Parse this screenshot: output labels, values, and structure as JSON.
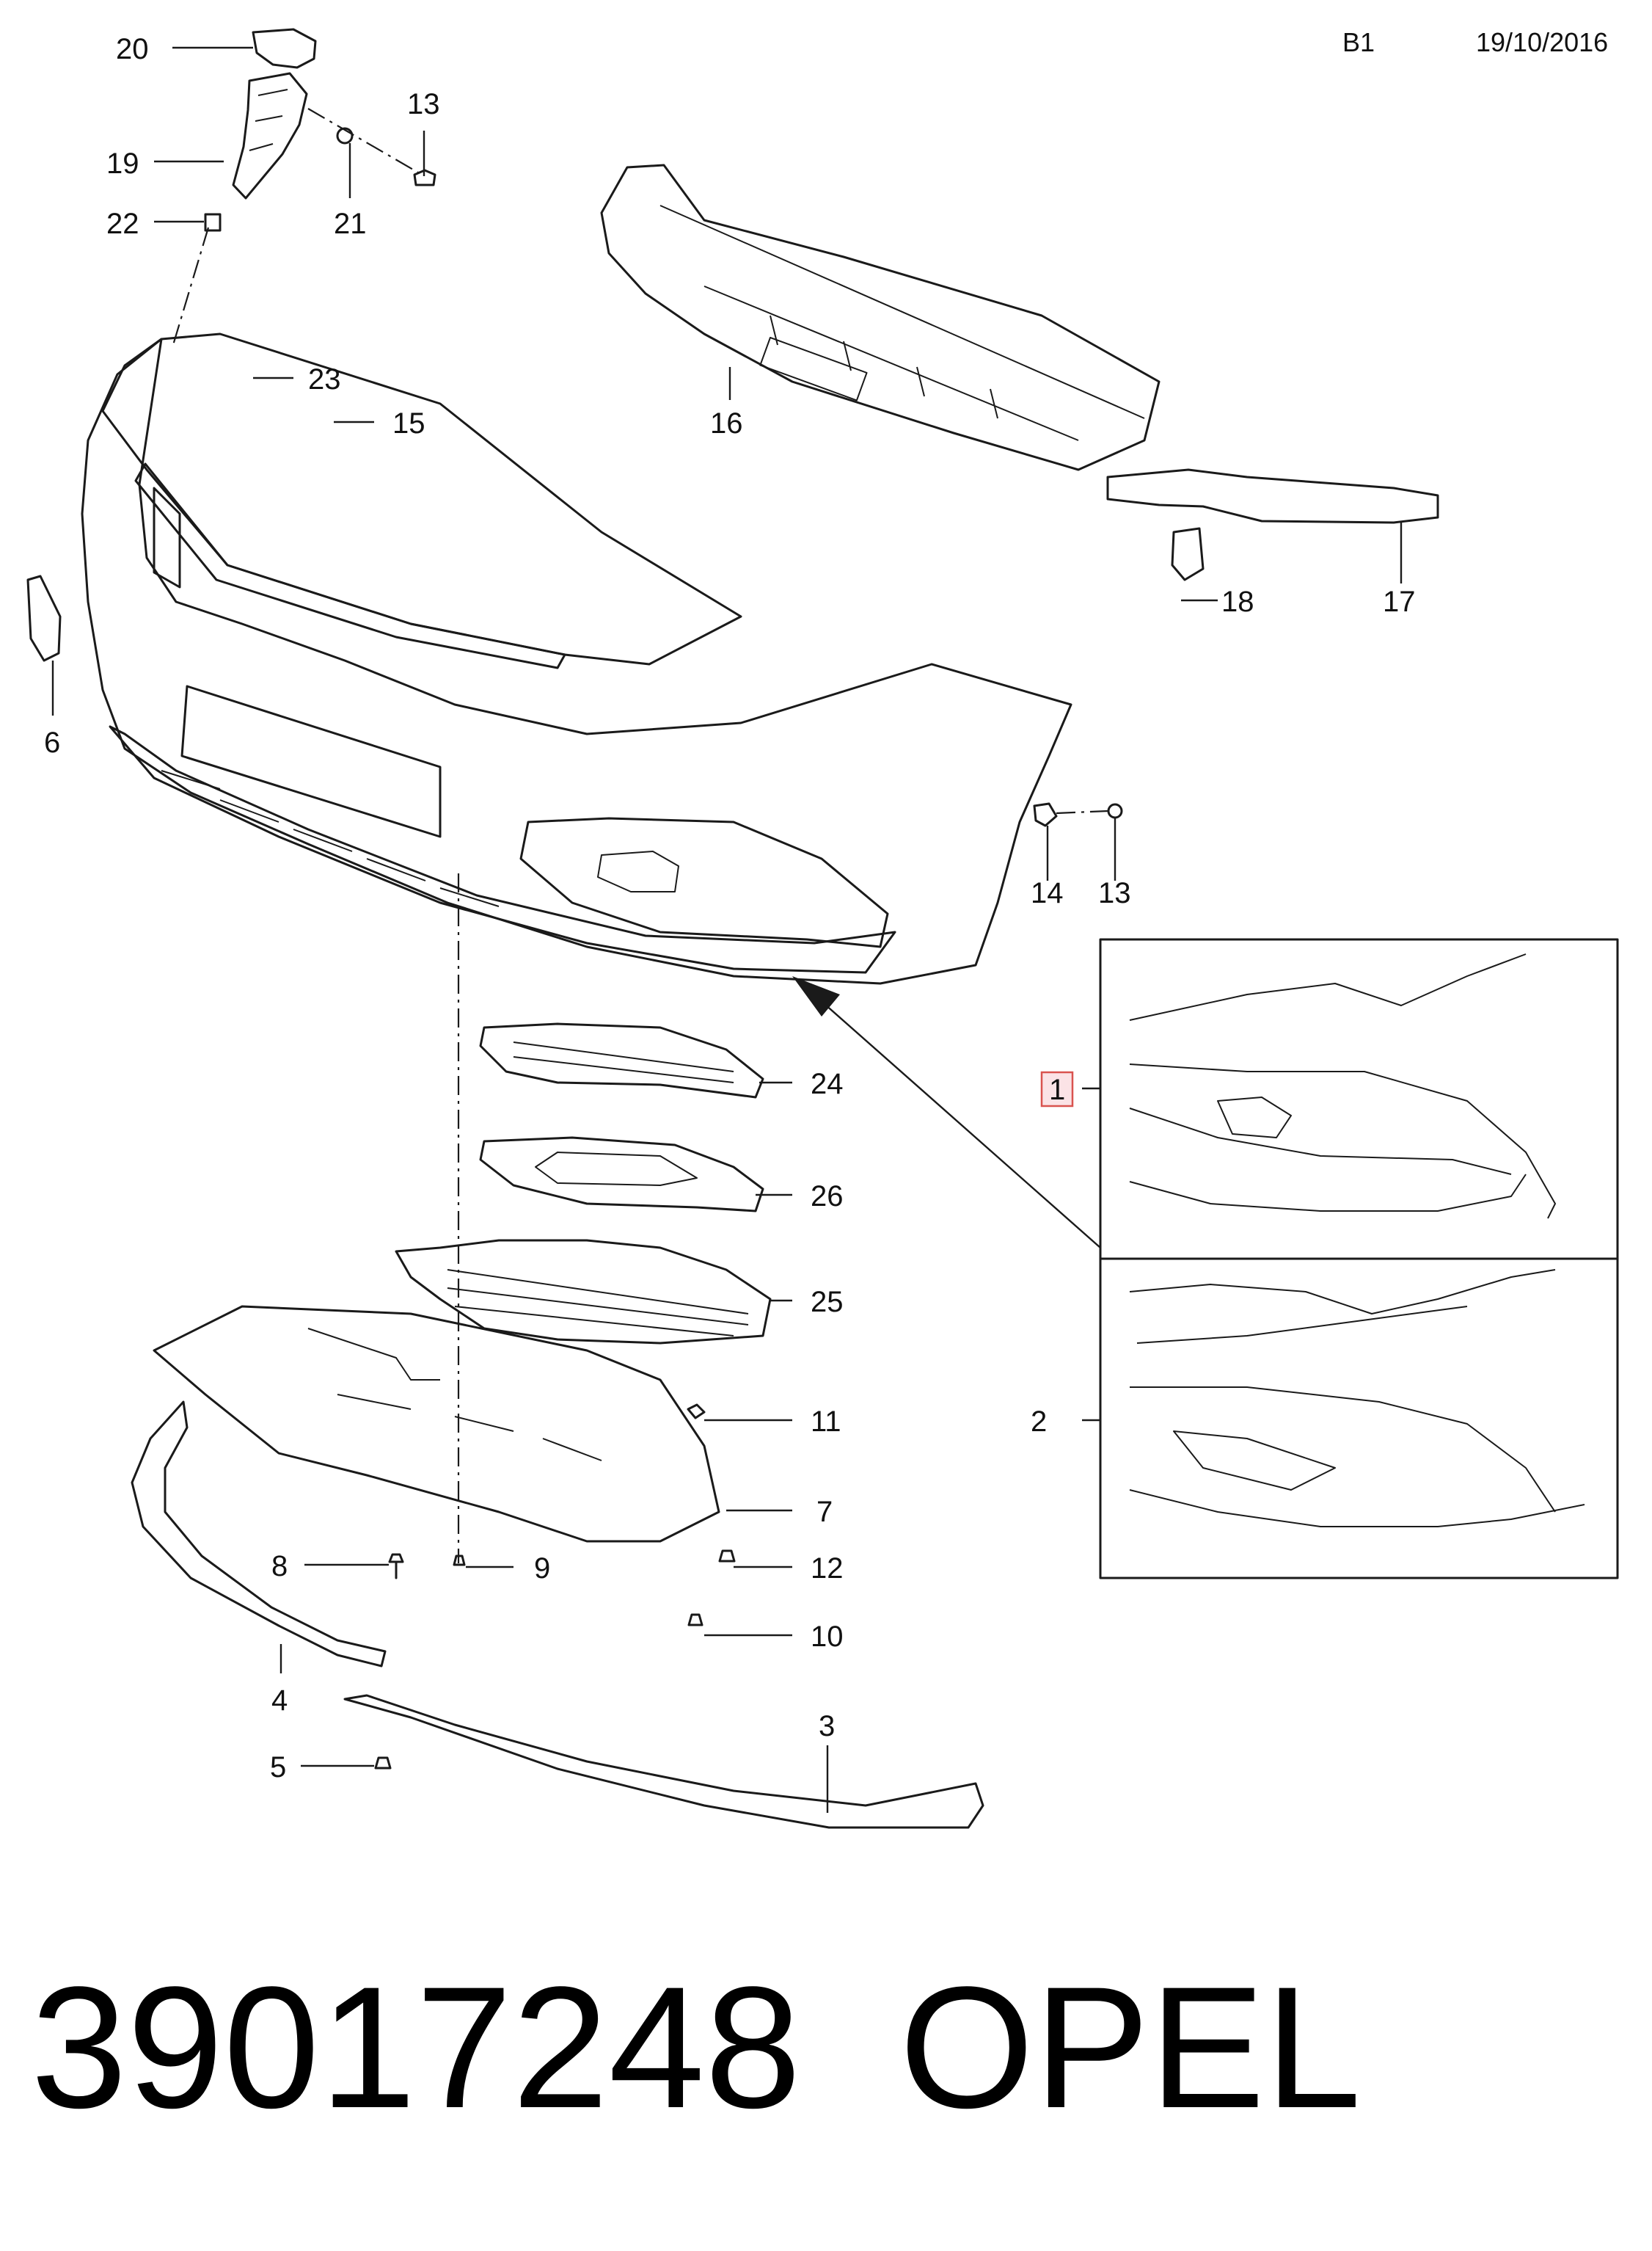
{
  "header": {
    "page_code": "B1",
    "date": "19/10/2016"
  },
  "callouts": {
    "c1": "1",
    "c2": "2",
    "c3": "3",
    "c4": "4",
    "c5": "5",
    "c6": "6",
    "c7": "7",
    "c8": "8",
    "c9": "9",
    "c10": "10",
    "c11": "11",
    "c12": "12",
    "c13a": "13",
    "c13b": "13",
    "c14": "14",
    "c15": "15",
    "c16": "16",
    "c17": "17",
    "c18": "18",
    "c19": "19",
    "c20": "20",
    "c21": "21",
    "c22": "22",
    "c23": "23",
    "c24": "24",
    "c25": "25",
    "c26": "26"
  },
  "highlight": {
    "part": "1",
    "color": "#d9534f"
  },
  "footer": {
    "part_number": "39017248",
    "brand": "OPEL"
  }
}
